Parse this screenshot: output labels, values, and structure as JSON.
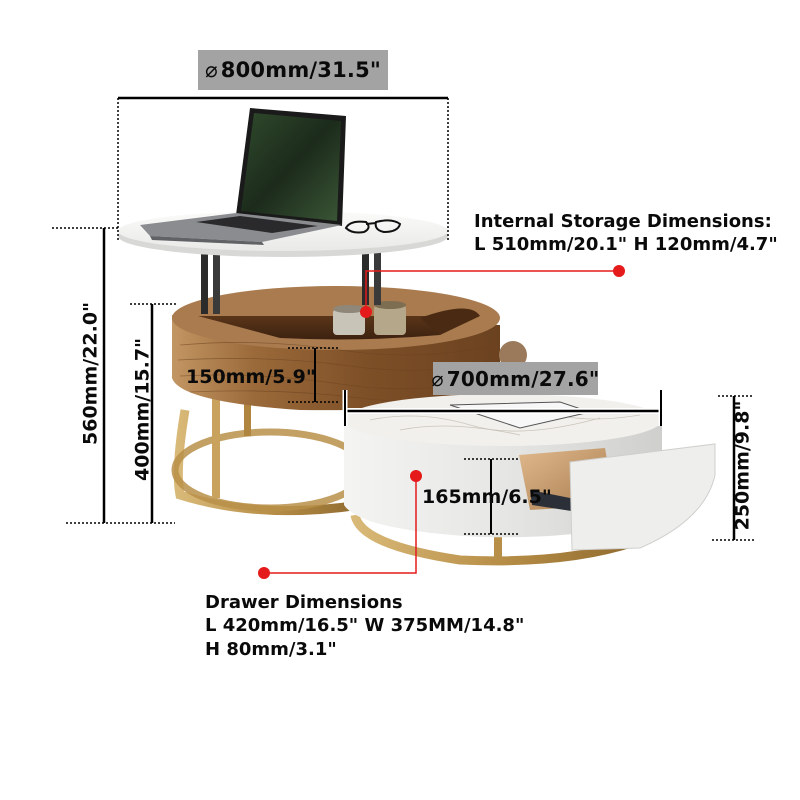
{
  "diagram": {
    "subject": "Round lift-top coffee table set with storage drawer",
    "colors": {
      "label_bg": "#a3a3a3",
      "text": "#0a0a0a",
      "callout_red": "#e51b1b",
      "walnut": "#8a5a2e",
      "gold": "#b9904a",
      "white_lacquer": "#eeeeec",
      "marble": "#f2f0ec"
    },
    "dimensions": {
      "large_top_diameter": {
        "symbol": "⌀",
        "value": "800mm/31.5\""
      },
      "small_top_diameter": {
        "symbol": "⌀",
        "value": "700mm/27.6\""
      },
      "lifted_height": "560mm/22.0\"",
      "large_table_height": "400mm/15.7\"",
      "large_drum_height": "150mm/5.9\"",
      "small_drum_height": "165mm/6.5\"",
      "small_table_height": "250mm/9.8\""
    },
    "callouts": {
      "internal_storage": {
        "title": "Internal Storage Dimensions:",
        "line1": "L 510mm/20.1\" H 120mm/4.7\""
      },
      "drawer": {
        "title": "Drawer Dimensions",
        "line1": "L 420mm/16.5\" W 375MM/14.8\"",
        "line2": "H 80mm/3.1\""
      }
    },
    "objects": [
      "laptop",
      "eyeglasses",
      "storage-jars",
      "books",
      "decorative-globe"
    ]
  }
}
